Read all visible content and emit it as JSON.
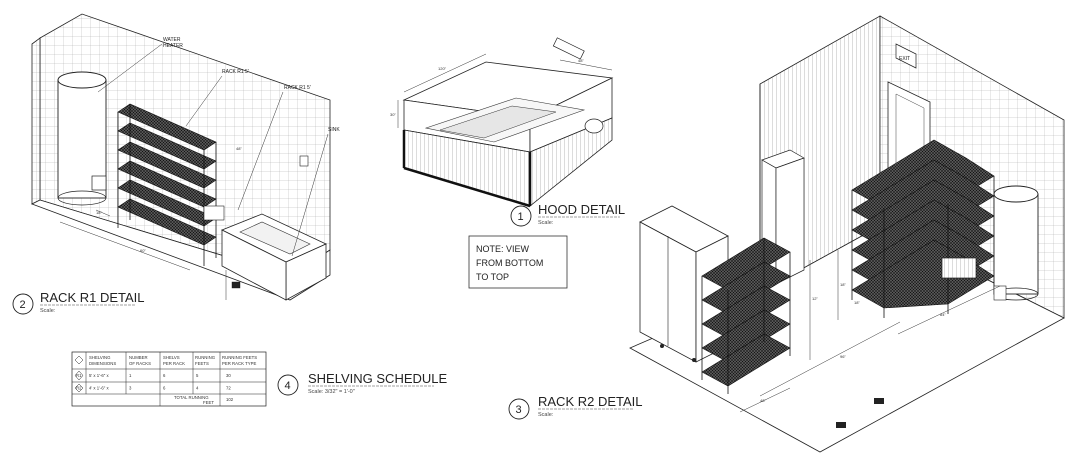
{
  "callouts": {
    "water_heater_line1": "WATER",
    "water_heater_line2": "HEATER",
    "rack_r1_a": "RACK R1 5'",
    "rack_r1_b": "RACK R1 5'",
    "sink": "SINK"
  },
  "details": [
    {
      "number": "1",
      "title": "HOOD DETAIL",
      "scale": "Scale:"
    },
    {
      "number": "2",
      "title": "RACK R1 DETAIL",
      "scale": "Scale:"
    },
    {
      "number": "3",
      "title": "RACK R2 DETAIL",
      "scale": "Scale:"
    },
    {
      "number": "4",
      "title": "SHELVING SCHEDULE",
      "scale": "Scale: 3/32\" = 1'-0\""
    }
  ],
  "note": [
    "NOTE: VIEW",
    "FROM BOTTOM",
    "TO TOP"
  ],
  "schedule": {
    "headers": [
      [
        "SHELVING",
        "DIMENSIONS"
      ],
      [
        "NUMBER",
        "OF RACKS"
      ],
      [
        "SHELVS",
        "PER RACK"
      ],
      [
        "RUNNING",
        "FEETS"
      ],
      [
        "RUNNING FEETS",
        "PER RACK TYPE"
      ]
    ],
    "rows": [
      {
        "tag": "R1",
        "dimensions": "5' x 1'-6\" x",
        "racks": "1",
        "shelves": "6",
        "feet": "5",
        "per_type": "30"
      },
      {
        "tag": "R2",
        "dimensions": "4' x 1'-6\" x",
        "racks": "3",
        "shelves": "6",
        "feet": "4",
        "per_type": "72"
      }
    ],
    "total_label": [
      "TOTAL RUNNING",
      "FEET"
    ],
    "total_value": "102"
  },
  "signs": {
    "exit": "EXIT"
  },
  "dim_labels": {
    "r1_len": "60\"",
    "r1_dep": "18\"",
    "r1_sink": "48\"",
    "hood_w": "120\"",
    "hood_d": "48\"",
    "hood_h": "30\"",
    "r2_len": "48\"",
    "r2_dep": "18\"",
    "r2_floor": "96\"",
    "r2_wall": "84\"",
    "r2_h1": "12\"",
    "r2_h2": "18\""
  },
  "colors": {
    "line": "#222222",
    "shelf": "#2b2b2b",
    "grid": "#9a9a9a"
  }
}
